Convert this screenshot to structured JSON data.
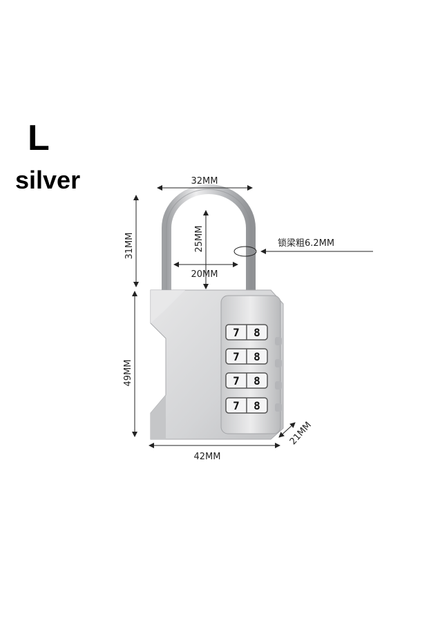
{
  "title": {
    "size": "L",
    "color": "silver"
  },
  "dimensions": {
    "shackle_width": "32MM",
    "shackle_height": "31MM",
    "inner_height": "25MM",
    "inner_width": "20MM",
    "shackle_thickness": "锁梁粗6.2MM",
    "body_height": "49MM",
    "body_width": "42MM",
    "body_depth": "21MM"
  },
  "dials": [
    [
      "7",
      "8"
    ],
    [
      "7",
      "8"
    ],
    [
      "7",
      "8"
    ],
    [
      "7",
      "8"
    ]
  ],
  "colors": {
    "lock_body": "#d9d9da",
    "shackle": "#c9cacc",
    "dim_line": "#222222"
  }
}
